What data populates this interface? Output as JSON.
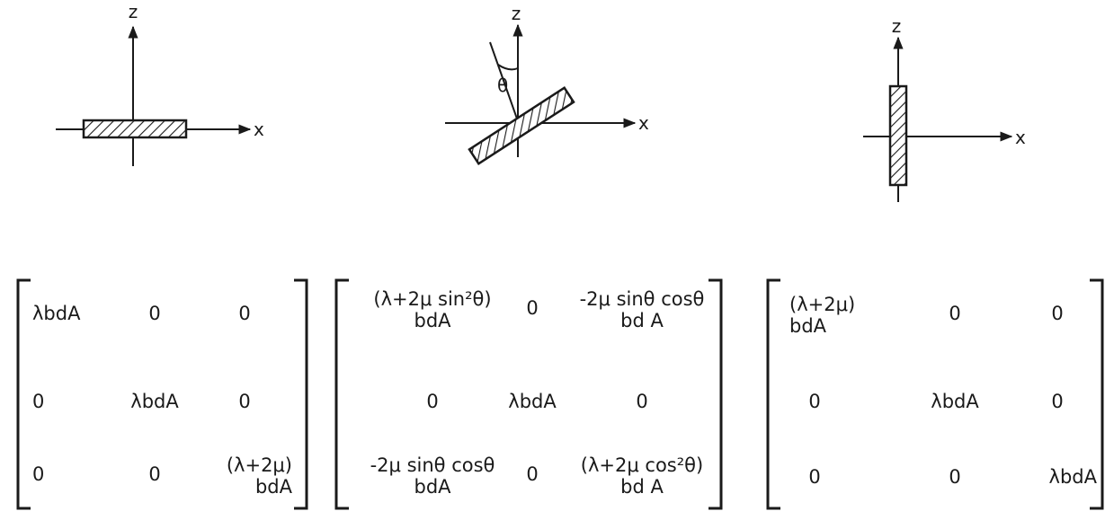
{
  "diagrams": [
    {
      "id": "horizontal",
      "z_label": "z",
      "x_label": "x"
    },
    {
      "id": "tilted",
      "z_label": "z",
      "x_label": "x",
      "angle_label": "θ"
    },
    {
      "id": "vertical",
      "z_label": "z",
      "x_label": "x"
    }
  ],
  "matrices": [
    {
      "id": "horizontal",
      "rows": [
        [
          [
            "λbdA"
          ],
          [
            "0"
          ],
          [
            "0"
          ]
        ],
        [
          [
            "0"
          ],
          [
            "λbdA"
          ],
          [
            "0"
          ]
        ],
        [
          [
            "0"
          ],
          [
            "0"
          ],
          [
            "(λ+2μ)",
            "bdA"
          ]
        ]
      ]
    },
    {
      "id": "tilted",
      "rows": [
        [
          [
            "(λ+2μ sin²θ)",
            "bdA"
          ],
          [
            "0"
          ],
          [
            "-2μ sinθ cosθ",
            "bd A"
          ]
        ],
        [
          [
            "0"
          ],
          [
            "λbdA"
          ],
          [
            "0"
          ]
        ],
        [
          [
            "-2μ sinθ cosθ",
            "bdA"
          ],
          [
            "0"
          ],
          [
            "(λ+2μ cos²θ)",
            "bd A"
          ]
        ]
      ]
    },
    {
      "id": "vertical",
      "rows": [
        [
          [
            "(λ+2μ)",
            "bdA"
          ],
          [
            "0"
          ],
          [
            "0"
          ]
        ],
        [
          [
            "0"
          ],
          [
            "λbdA"
          ],
          [
            "0"
          ]
        ],
        [
          [
            "0"
          ],
          [
            "0"
          ],
          [
            "λbdA"
          ]
        ]
      ]
    }
  ]
}
